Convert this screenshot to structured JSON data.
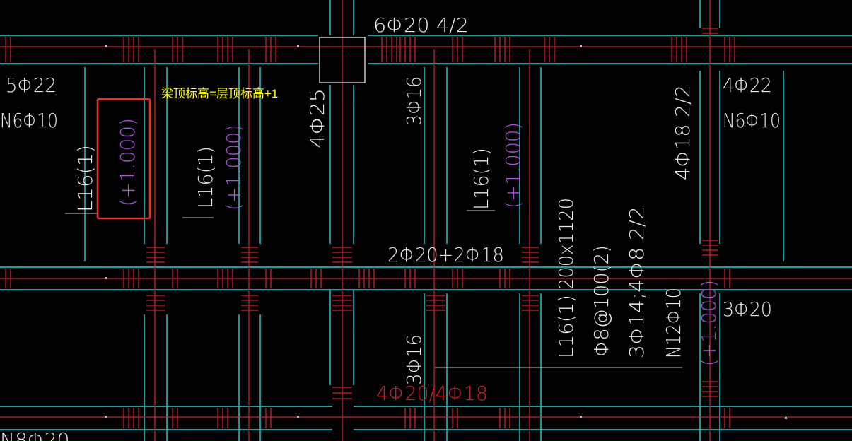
{
  "colors": {
    "background": "#000000",
    "cyan": "#22d3d8",
    "red": "#d21e2a",
    "white": "#e8e8e8",
    "magenta": "#b04fe0",
    "yellow": "#ffff00",
    "highlight": "#ff2a1a"
  },
  "annotation": {
    "text": "梁顶标高=层顶标高+1"
  },
  "labels": {
    "top_bars": "6Φ20 4/2",
    "left_top_bars": "5Φ22",
    "left_stirrup": "N6Φ10",
    "right_top_bars": "4Φ22",
    "right_stirrup": "N6Φ10",
    "beam_a": "L16(1)",
    "elev_a": "(+1.000)",
    "beam_b": "L16(1)",
    "elev_b": "(+1.000)",
    "col_bars_a": "4Φ25",
    "col_bars_b": "3Φ16",
    "beam_c": "L16(1)",
    "elev_c": "(+1.000)",
    "col_bars_c": "4Φ18 2/2",
    "mid_bars": "2Φ20+2Φ18",
    "section": "200x1120",
    "beam_d": "L16(1)",
    "stirrup_d": "Φ8@100(2)",
    "long_bars_d": "3Φ14;4Φ8 2/2",
    "side_bars_d": "N12Φ10",
    "elev_d": "(+1.000)",
    "right_bars": "3Φ20",
    "bottom_col_bars": "3Φ16",
    "bottom_red_bars": "4Φ20/4Φ18"
  }
}
